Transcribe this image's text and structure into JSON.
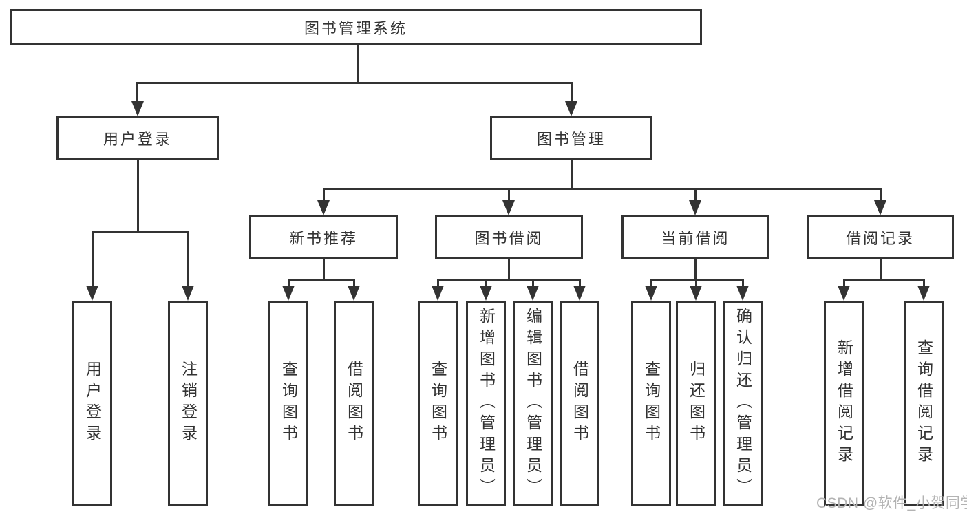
{
  "diagram": {
    "type": "hierarchy-tree",
    "colors": {
      "line": "#333333",
      "box_border": "#333333",
      "box_background": "#ffffff",
      "text": "#333333",
      "watermark_text": "#b3b3b3",
      "page_background": "#ffffff"
    },
    "nodes": {
      "root": {
        "label": "图书管理系统"
      },
      "user_login": {
        "label": "用户登录"
      },
      "book_mgmt": {
        "label": "图书管理"
      },
      "new_book_rec": {
        "label": "新书推荐"
      },
      "book_borrow": {
        "label": "图书借阅"
      },
      "current_borrow": {
        "label": "当前借阅"
      },
      "borrow_record": {
        "label": "借阅记录"
      },
      "ul_user_login": {
        "label": "用户登录"
      },
      "ul_logout": {
        "label": "注销登录"
      },
      "nr_query_book": {
        "label": "查询图书"
      },
      "nr_borrow_book": {
        "label": "借阅图书"
      },
      "bb_query_book": {
        "label": "查询图书"
      },
      "bb_add_book_admin": {
        "label": "新增图书（管理员）"
      },
      "bb_edit_book_admin": {
        "label": "编辑图书（管理员）"
      },
      "bb_borrow_book": {
        "label": "借阅图书"
      },
      "cb_query_book": {
        "label": "查询图书"
      },
      "cb_return_book": {
        "label": "归还图书"
      },
      "cb_confirm_return_admin": {
        "label": "确认归还（管理员）"
      },
      "br_add_record": {
        "label": "新增借阅记录"
      },
      "br_query_record": {
        "label": "查询借阅记录"
      }
    },
    "tree": {
      "图书管理系统": {
        "用户登录": [
          "用户登录",
          "注销登录"
        ],
        "图书管理": {
          "新书推荐": [
            "查询图书",
            "借阅图书"
          ],
          "图书借阅": [
            "查询图书",
            "新增图书（管理员）",
            "编辑图书（管理员）",
            "借阅图书"
          ],
          "当前借阅": [
            "查询图书",
            "归还图书",
            "确认归还（管理员）"
          ],
          "借阅记录": [
            "新增借阅记录",
            "查询借阅记录"
          ]
        }
      }
    }
  },
  "watermark": {
    "text": "CSDN @软件_小贺同学"
  }
}
